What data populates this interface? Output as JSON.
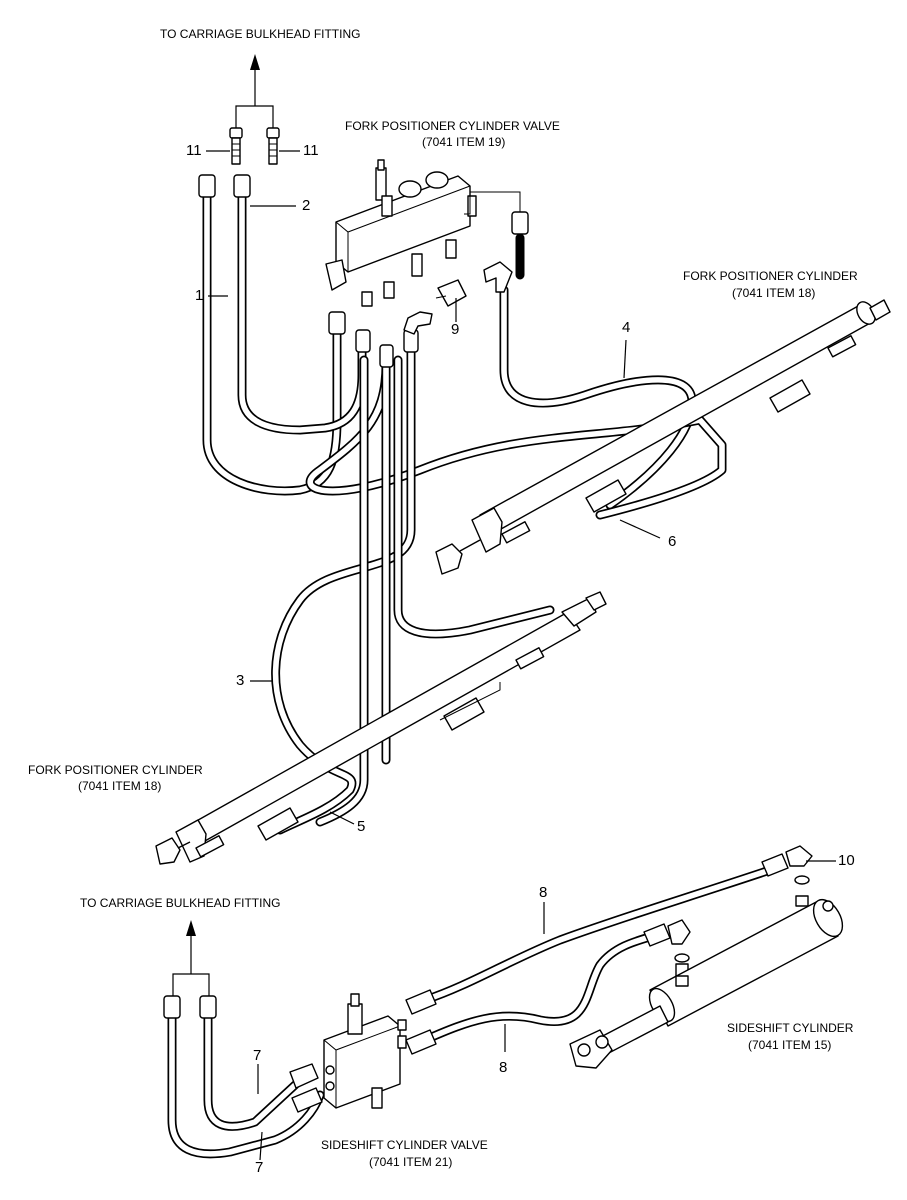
{
  "labels": {
    "top_bulkhead": "TO CARRIAGE BULKHEAD FITTING",
    "fpc_valve_line1": "FORK POSITIONER CYLINDER VALVE",
    "fpc_valve_line2": "(7041 ITEM 19)",
    "fpc_right_line1": "FORK POSITIONER CYLINDER",
    "fpc_right_line2": "(7041 ITEM 18)",
    "fpc_left_line1": "FORK POSITIONER CYLINDER",
    "fpc_left_line2": "(7041 ITEM 18)",
    "bottom_bulkhead": "TO CARRIAGE BULKHEAD FITTING",
    "sideshift_cyl_line1": "SIDESHIFT CYLINDER",
    "sideshift_cyl_line2": "(7041 ITEM 15)",
    "sideshift_valve_line1": "SIDESHIFT CYLINDER VALVE",
    "sideshift_valve_line2": "(7041 ITEM 21)"
  },
  "callouts": {
    "c11_left": "11",
    "c11_right": "11",
    "c2": "2",
    "c1": "1",
    "c9": "9",
    "c4": "4",
    "c6": "6",
    "c3": "3",
    "c5": "5",
    "c10": "10",
    "c8_top": "8",
    "c8_bottom": "8",
    "c7_top": "7",
    "c7_bottom": "7"
  }
}
